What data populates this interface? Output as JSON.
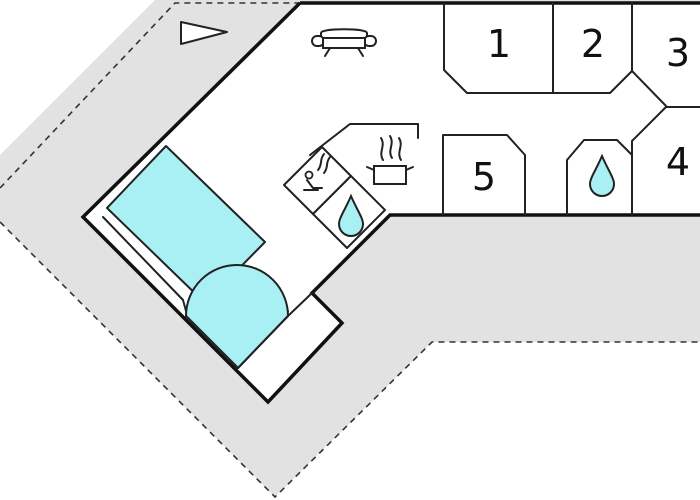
{
  "colors": {
    "terrace": "#e2e2e2",
    "pool": "#a8f0f4",
    "walls": "#111111",
    "background": "#ffffff"
  },
  "rooms": [
    {
      "id": "room-1",
      "label": "1"
    },
    {
      "id": "room-2",
      "label": "2"
    },
    {
      "id": "room-3",
      "label": "3"
    },
    {
      "id": "room-4",
      "label": "4"
    },
    {
      "id": "room-5",
      "label": "5"
    }
  ],
  "icons": {
    "north_arrow": "triangle-arrow-icon",
    "sofa": "sofa-icon",
    "kitchen": "cooking-pot-icon",
    "sauna": "sauna-icon",
    "bathroom_small": "water-drop-icon",
    "bathroom_right": "water-drop-icon"
  }
}
